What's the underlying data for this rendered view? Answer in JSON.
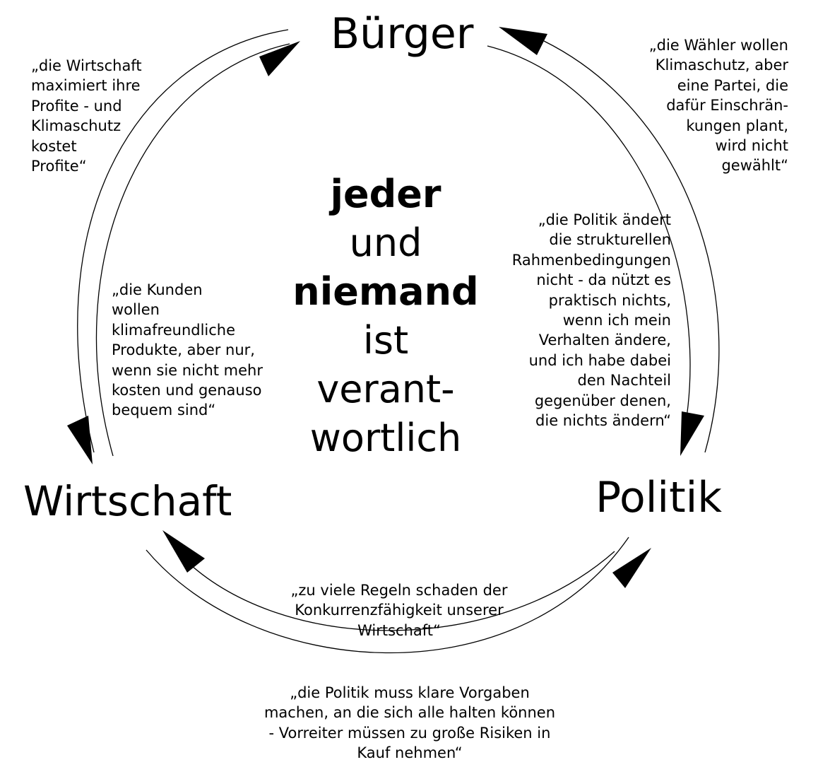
{
  "nodes": {
    "buerger": "Bürger",
    "wirtschaft": "Wirtschaft",
    "politik": "Politik"
  },
  "center": {
    "line1": "jeder",
    "line2": "und",
    "line3": "niemand",
    "line4": "ist",
    "line5": "verant-",
    "line6": "wortlich"
  },
  "quotes": {
    "wirtschaft_profite": "„die Wirtschaft\nmaximiert ihre\nProfite - und\nKlimaschutz\nkostet\nProfite“",
    "waehler": "„die Wähler wollen\nKlimaschutz, aber\neine Partei, die\ndafür Einschrän-\nkungen plant,\nwird nicht\ngewählt“",
    "kunden": "„die Kunden\nwollen\nklimafreundliche\nProdukte, aber nur,\nwenn sie nicht mehr\nkosten und genauso\nbequem sind“",
    "politik_rahmen": "„die Politik ändert\ndie strukturellen\nRahmenbedingungen\nnicht - da nützt es\npraktisch nichts,\nwenn ich mein\nVerhalten ändere,\nund ich habe dabei\nden Nachteil\ngegenüber denen,\ndie nichts ändern“",
    "regeln": "„zu viele Regeln schaden der\nKonkurrenzfähigkeit unserer\nWirtschaft“",
    "vorgaben": "„die Politik muss klare Vorgaben\nmachen, an die sich alle halten können\n- Vorreiter müssen zu große Risiken in\nKauf nehmen“"
  },
  "colors": {
    "foreground": "#000000",
    "background": "#ffffff"
  }
}
